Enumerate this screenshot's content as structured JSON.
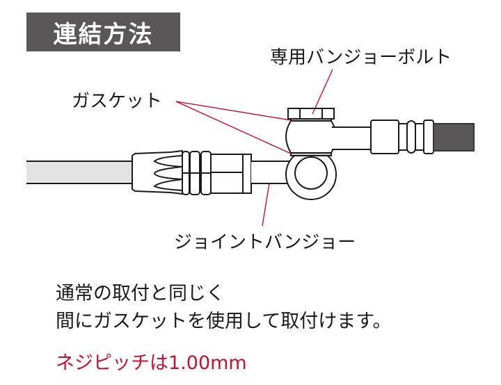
{
  "title": "連結方法",
  "labels": {
    "banjo_bolt": "専用バンジョーボルト",
    "gasket": "ガスケット",
    "joint_banjo": "ジョイントバンジョー"
  },
  "description": {
    "line1": "通常の取付と同じく",
    "line2": "間にガスケットを使用して取付けます。"
  },
  "note": "ネジピッチは1.00mm",
  "colors": {
    "title_bg": "#595757",
    "title_text": "#ffffff",
    "leader_line": "#c8102e",
    "note_text": "#c8102e",
    "left_hose_fill": "#e3e3e3",
    "right_hose_fill": "#595757",
    "outline": "#1a1a1a"
  }
}
